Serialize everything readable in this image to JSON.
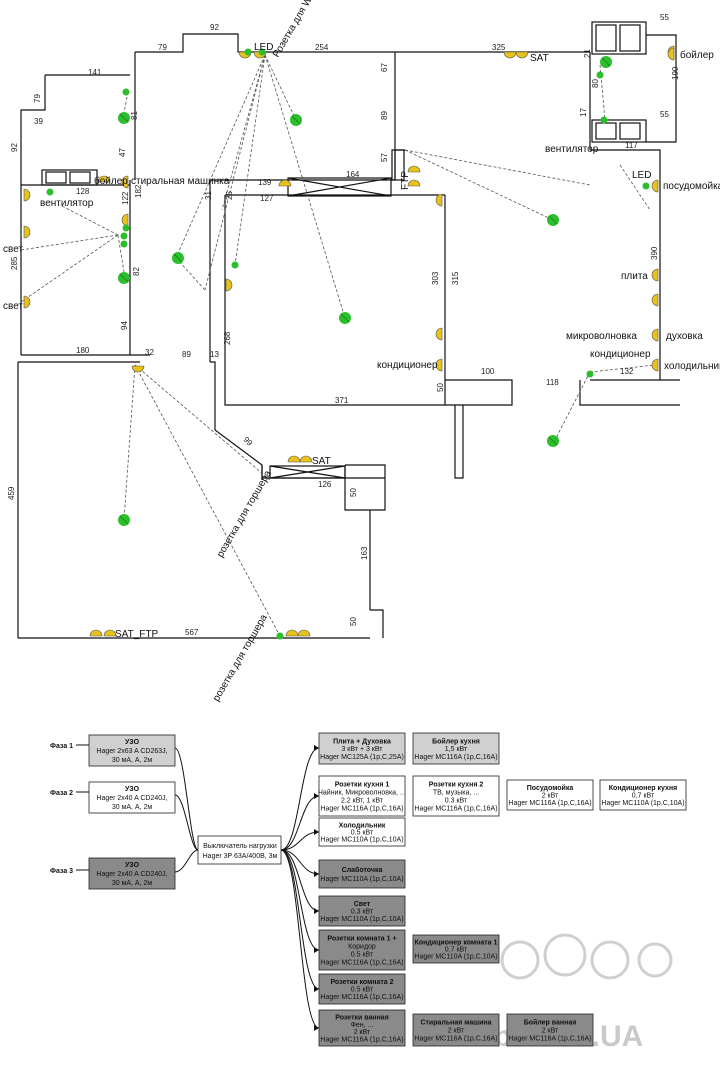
{
  "plan": {
    "dimensions": [
      "92",
      "79",
      "254",
      "325",
      "55",
      "141",
      "79",
      "39",
      "92",
      "47",
      "81",
      "67",
      "89",
      "21",
      "80",
      "17",
      "190",
      "55",
      "117",
      "128",
      "122",
      "182",
      "285",
      "57",
      "164",
      "139",
      "127",
      "25",
      "31",
      "303",
      "315",
      "82",
      "94",
      "180",
      "32",
      "89",
      "13",
      "268",
      "371",
      "100",
      "118",
      "132",
      "390",
      "50",
      "126",
      "99",
      "50",
      "163",
      "459",
      "567",
      "50"
    ],
    "labels": {
      "led1": "LED",
      "wifi": "Розетка для WiFi",
      "sat1": "SAT",
      "boiler1": "бойлер",
      "boiler2": "бойлер",
      "washing": "стиральная машинка",
      "vent1": "вентилятор",
      "vent2": "вентилятор",
      "light1": "свет",
      "light2": "свет",
      "ftp1": "FTP",
      "led2": "LED",
      "dishwasher": "посудомойка",
      "stove": "плита",
      "microwave": "микроволновка",
      "oven": "духовка",
      "cond1": "кондиционер",
      "cond2": "кондиционер",
      "fridge": "холодильник",
      "sat2": "SAT",
      "torch1": "розетка для торшера",
      "torch2": "розетка для торшера",
      "satftp": "SAT_FTP"
    }
  },
  "scheme": {
    "phases": [
      "Фаза 1",
      "Фаза 2",
      "Фаза 3"
    ],
    "uzo": [
      {
        "title": "УЗО",
        "line1": "Hager 2x63 A CD263J,",
        "line2": "30 мА, A, 2м"
      },
      {
        "title": "УЗО",
        "line1": "Hager 2x40 A CD240J,",
        "line2": "30 мА, A, 2м"
      },
      {
        "title": "УЗО",
        "line1": "Hager 2x40 A CD240J,",
        "line2": "30 мА, A, 2м"
      }
    ],
    "switch": {
      "title": "Выключатель нагрузки",
      "line1": "Hager 3P 63A/400B, 3м"
    },
    "circuits": [
      {
        "title": "Плита + Духовка",
        "l2": "3 кВт + 3 кВт",
        "l3": "Hager MC125A (1p,C,25A)"
      },
      {
        "title": "Бойлер кухня",
        "l2": "1,5 кВт",
        "l3": "Hager MC116A (1p,C,16A)"
      },
      {
        "title": "Розетки кухня 1",
        "l2": "Чайник, Микроволновка, ...",
        "l3": "2.2 кВт, 1 кВт",
        "l4": "Hager MC116A (1p,C,16A)"
      },
      {
        "title": "Розетки кухня 2",
        "l2": "ТВ, музыка, ...",
        "l3": "0.3 кВт",
        "l4": "Hager MC116A (1p,C,16A)"
      },
      {
        "title": "Посудомойка",
        "l2": "2 кВт",
        "l3": "Hager MC116A (1p,C,16A)"
      },
      {
        "title": "Кондиционер кухня",
        "l2": "0,7 кВт",
        "l3": "Hager MC110A (1p,C,10A)"
      },
      {
        "title": "Холодильник",
        "l2": "0.5 кВт",
        "l3": "Hager MC110A (1p,C,10A)"
      },
      {
        "title": "Слаботочка",
        "l2": "Hager MC110A (1p,C,10A)"
      },
      {
        "title": "Свет",
        "l2": "0.3 кВт",
        "l3": "Hager MC110A (1p,C,10A)"
      },
      {
        "title": "Розетки комната 1 +",
        "l2": "Коридор",
        "l3": "0.5 кВт",
        "l4": "Hager MC116A (1p,C,16A)"
      },
      {
        "title": "Кондиционер комната 1",
        "l2": "0.7 кВт",
        "l3": "Hager MC110A (1p,C,10A)"
      },
      {
        "title": "Розетки комната 2",
        "l2": "0.5 кВт",
        "l3": "Hager MC116A (1p,C,16A)"
      },
      {
        "title": "Розетки ванная",
        "l2": "Фен, ...",
        "l3": "2 кВт",
        "l4": "Hager MC116A (1p,C,16A)"
      },
      {
        "title": "Стиральная машина",
        "l2": "2 кВт",
        "l3": "Hager MC116A (1p,C,16A)"
      },
      {
        "title": "Бойлер ванная",
        "l2": "2 кВт",
        "l3": "Hager MC116A (1p,C,16A)"
      }
    ],
    "watermark": "Rabotniki.UA"
  },
  "colors": {
    "yellow": "#e8c21a",
    "green": "#2bbf2b",
    "grayLight": "#d0d0d0",
    "grayDark": "#8a8a8a"
  }
}
